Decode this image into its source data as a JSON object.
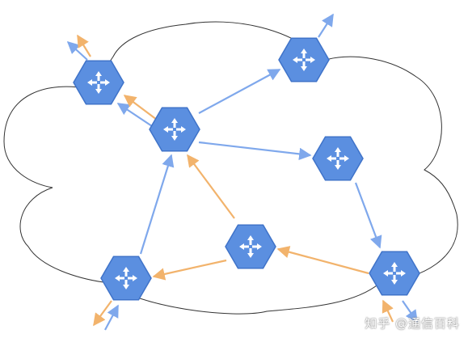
{
  "colors": {
    "node_fill": "#5b8fe0",
    "node_stroke": "#3f73c9",
    "blue_arrow": "#7fa8ec",
    "orange_arrow": "#f2b36c",
    "cloud_stroke": "#333333"
  },
  "icons": {
    "node": "router-icon"
  },
  "watermark": "知乎 @通信百科",
  "nodes": [
    {
      "id": "r1"
    },
    {
      "id": "r2"
    },
    {
      "id": "r3"
    },
    {
      "id": "r4"
    },
    {
      "id": "r5"
    },
    {
      "id": "r6"
    },
    {
      "id": "r7"
    },
    {
      "id": "r8"
    }
  ],
  "links": [
    {
      "from": "r3",
      "to": "r2",
      "color": "blue"
    },
    {
      "from": "r3",
      "to": "r4",
      "color": "blue"
    },
    {
      "from": "r3",
      "to": "r1",
      "color": "blue"
    },
    {
      "from": "r3",
      "to": "r1",
      "color": "orange"
    },
    {
      "from": "r4",
      "to": "r8",
      "color": "blue"
    },
    {
      "from": "r7",
      "to": "r3",
      "color": "blue"
    },
    {
      "from": "r6",
      "to": "r3",
      "color": "orange"
    },
    {
      "from": "r6",
      "to": "r7",
      "color": "orange"
    },
    {
      "from": "r8",
      "to": "r6",
      "color": "orange"
    }
  ],
  "external_links": [
    {
      "node": "r1",
      "color": "blue",
      "direction": "out"
    },
    {
      "node": "r1",
      "color": "orange",
      "direction": "out"
    },
    {
      "node": "r2",
      "color": "blue",
      "direction": "out"
    },
    {
      "node": "r7",
      "color": "blue",
      "direction": "in"
    },
    {
      "node": "r7",
      "color": "orange",
      "direction": "out"
    },
    {
      "node": "r8",
      "color": "blue",
      "direction": "out"
    },
    {
      "node": "r8",
      "color": "orange",
      "direction": "in"
    }
  ]
}
